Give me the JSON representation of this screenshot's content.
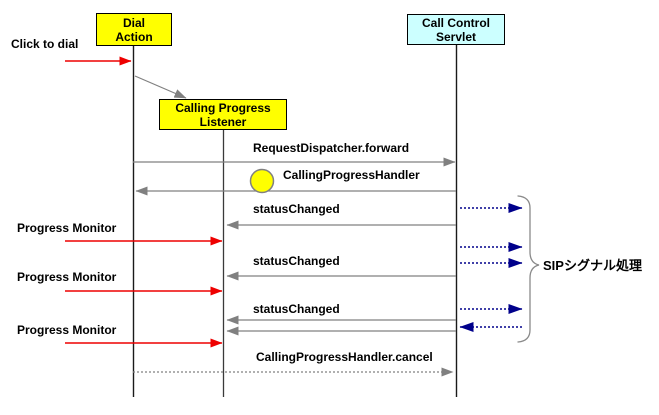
{
  "diagram_type": "uml-sequence-diagram",
  "actors": {
    "dial_action": "Dial Action",
    "calling_progress_listener": "Calling Progress Listener",
    "call_control_servlet": "Call Control Servlet"
  },
  "messages": {
    "click_to_dial": "Click to dial",
    "request_dispatcher_forward": "RequestDispatcher.forward",
    "calling_progress_handler": "CallingProgressHandler",
    "status_changed": "statusChanged",
    "progress_monitor": "Progress Monitor",
    "calling_progress_handler_cancel": "CallingProgressHandler.cancel"
  },
  "annotations": {
    "sip_signal_processing": "SIPシグナル処理"
  },
  "colors": {
    "actor_box_yellow": "#FFFF00",
    "actor_box_cyan": "#CCFFFF",
    "handler_circle_fill": "#FFFF00",
    "handler_circle_border": "#808080",
    "arrow_red": "#EE0000",
    "arrow_gray": "#808080",
    "arrow_blue_navy": "#00008B",
    "lifeline_black": "#1a1a1a",
    "text": "#000000",
    "background": "#FFFFFF"
  }
}
